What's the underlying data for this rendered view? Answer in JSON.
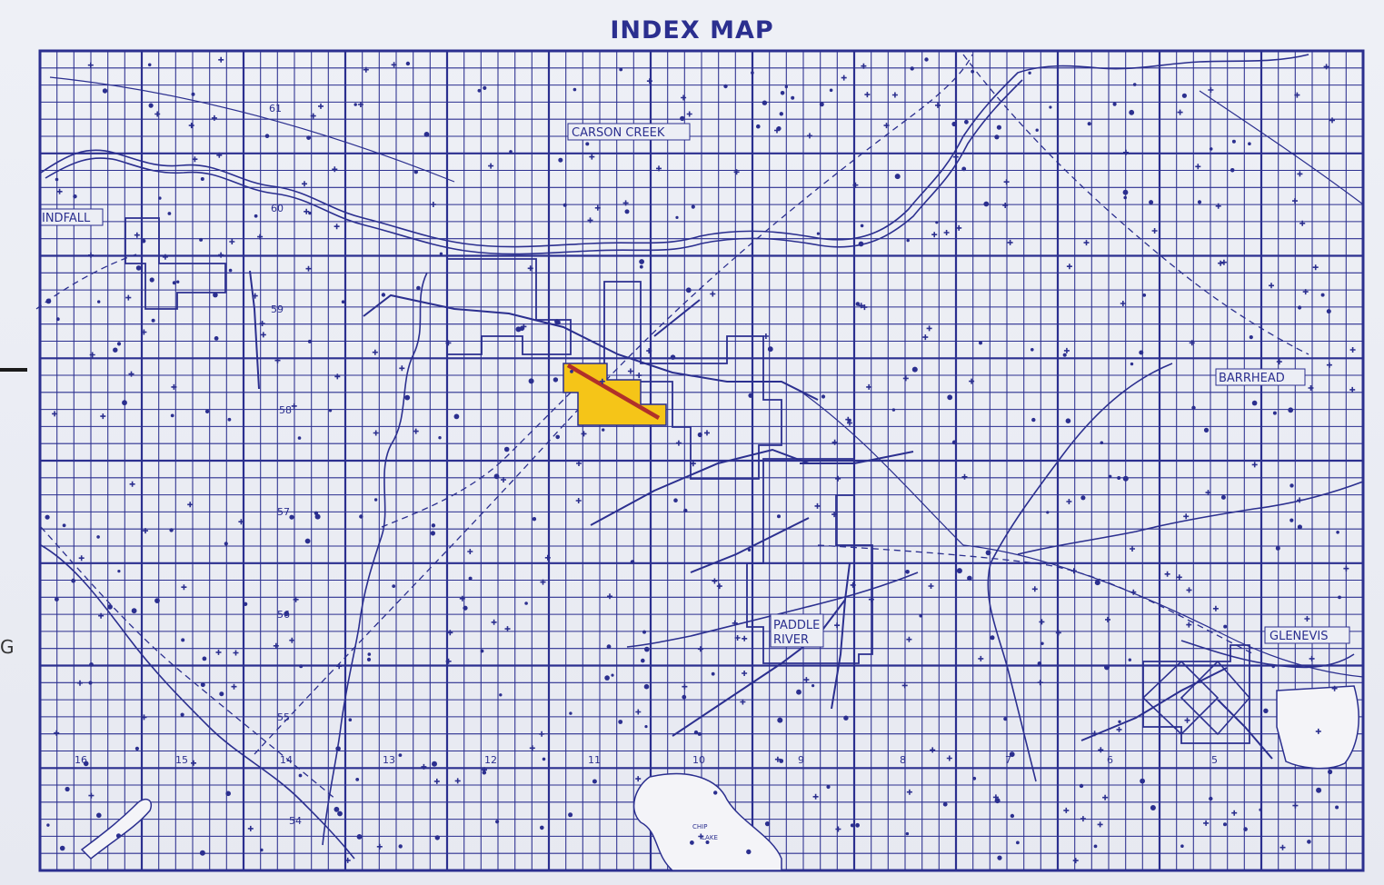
{
  "title": "INDEX MAP",
  "edge_letter": "G",
  "colors": {
    "ink": "#2b2f8f",
    "paper": "#eceef5",
    "highlight_fill": "#f5c518",
    "highlight_line": "#b0302a"
  },
  "places": {
    "carson_creek": "CARSON CREEK",
    "windfall": "INDFALL",
    "barrhead": "BARRHEAD",
    "glenevis": "GLENEVIS",
    "paddle_river_1": "PADDLE",
    "paddle_river_2": "RIVER",
    "lake_1": "CHIP",
    "lake_2": "LAKE"
  },
  "townships": [
    "61",
    "60",
    "59",
    "58",
    "57",
    "56",
    "55",
    "54"
  ],
  "ranges": [
    "16",
    "15",
    "14",
    "13",
    "12",
    "11",
    "10",
    "9",
    "8",
    "7",
    "6",
    "5"
  ]
}
